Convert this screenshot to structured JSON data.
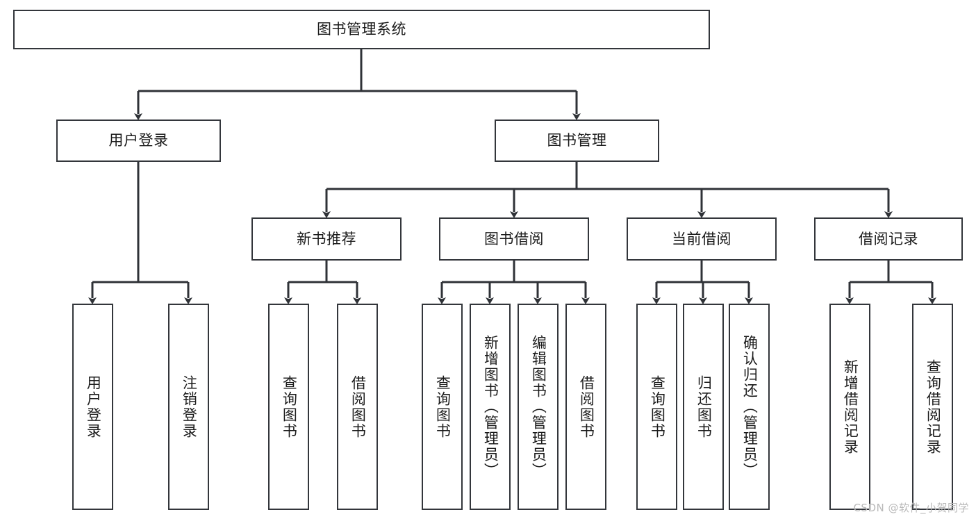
{
  "diagram": {
    "type": "tree",
    "title": "图书管理系统",
    "root": {
      "label": "图书管理系统"
    },
    "level2": [
      {
        "label": "用户登录"
      },
      {
        "label": "图书管理"
      }
    ],
    "level3": [
      {
        "label": "新书推荐"
      },
      {
        "label": "图书借阅"
      },
      {
        "label": "当前借阅"
      },
      {
        "label": "借阅记录"
      }
    ],
    "leaves": {
      "user_login": [
        {
          "label": "用户登录"
        },
        {
          "label": "注销登录"
        }
      ],
      "new_book_recommend": [
        {
          "label": "查询图书"
        },
        {
          "label": "借阅图书"
        }
      ],
      "book_borrow": [
        {
          "label": "查询图书"
        },
        {
          "label": "新增图书（管理员）"
        },
        {
          "label": "编辑图书（管理员）"
        },
        {
          "label": "借阅图书"
        }
      ],
      "current_borrow": [
        {
          "label": "查询图书"
        },
        {
          "label": "归还图书"
        },
        {
          "label": "确认归还（管理员）"
        }
      ],
      "borrow_record": [
        {
          "label": "新增借阅记录"
        },
        {
          "label": "查询借阅记录"
        }
      ]
    }
  },
  "watermark": {
    "text": "CSDN @软件_小贺同学"
  },
  "colors": {
    "background": "#ffffff",
    "box_fill": "#ffffff",
    "box_border": "#33363b",
    "edge": "#2f3237",
    "text": "#1b1b1b",
    "watermark": "#b9b9b9"
  }
}
